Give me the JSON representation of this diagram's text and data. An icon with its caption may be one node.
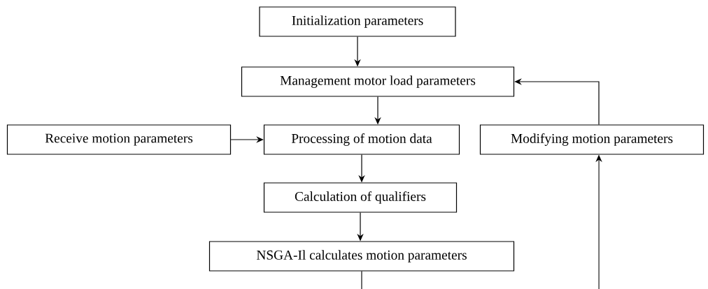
{
  "diagram": {
    "nodes": [
      {
        "text": [
          "Initialization parameters"
        ]
      },
      {
        "text": [
          "Management motor load parameters"
        ]
      },
      {
        "text": [
          "Receive motion parameters"
        ]
      },
      {
        "text": [
          "Processing of motion data"
        ]
      },
      {
        "text": [
          "Modifying motion parameters"
        ]
      },
      {
        "text": [
          "Calculation of qualifiers"
        ]
      },
      {
        "text": [
          "NSGA-Il calculates motion parameters"
        ]
      }
    ],
    "edges": [
      {
        "from": 0,
        "to": 1,
        "arrow": "to"
      },
      {
        "from": 1,
        "to": 3,
        "arrow": "to"
      },
      {
        "from": 2,
        "to": 3,
        "arrow": "to"
      },
      {
        "from": 3,
        "to": 5,
        "arrow": "to"
      },
      {
        "from": 5,
        "to": 6,
        "arrow": "to"
      },
      {
        "from": 6,
        "to": null,
        "arrow": "none"
      },
      {
        "from": null,
        "to": 4,
        "arrow": "to"
      },
      {
        "from": 4,
        "to": 1,
        "arrow": "to"
      }
    ]
  }
}
